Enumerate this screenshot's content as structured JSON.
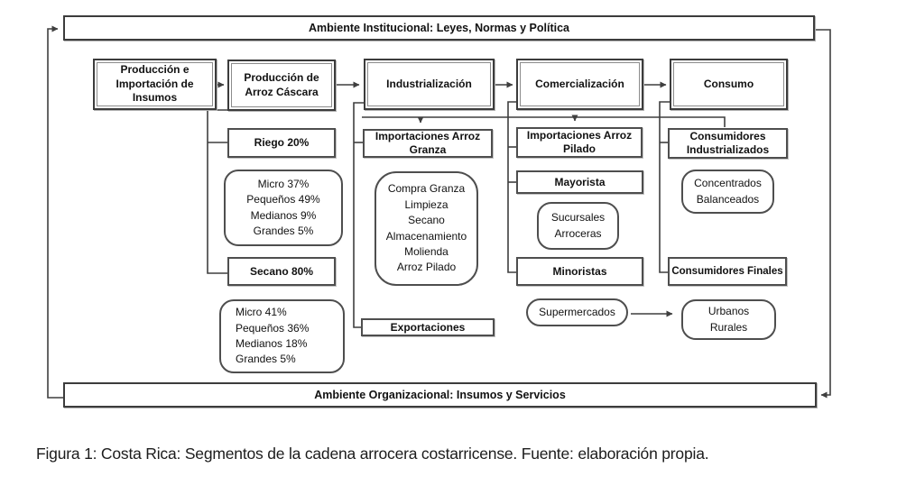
{
  "figure": {
    "caption": "Figura 1: Costa Rica: Segmentos de la cadena arrocera costarricense. Fuente: elaboración propia."
  },
  "banners": {
    "top": "Ambiente Institucional: Leyes, Normas y Política",
    "bottom": "Ambiente Organizacional: Insumos y Servicios"
  },
  "chain": {
    "insumos": "Producción e Importación de Insumos",
    "cascara": "Producción de Arroz Cáscara",
    "industrializacion": "Industrialización",
    "comercializacion": "Comercialización",
    "consumo": "Consumo"
  },
  "produccion": {
    "riego": "Riego 20%",
    "riego_detalle": [
      "Micro 37%",
      "Pequeños 49%",
      "Medianos 9%",
      "Grandes 5%"
    ],
    "secano": "Secano 80%",
    "secano_detalle": [
      "Micro 41%",
      "Pequeños 36%",
      "Medianos 18%",
      "Grandes 5%"
    ]
  },
  "industria": {
    "importaciones_granza": "Importaciones Arroz Granza",
    "proceso": [
      "Compra Granza",
      "Limpieza",
      "Secano",
      "Almacenamiento",
      "Molienda",
      "Arroz Pilado"
    ],
    "exportaciones": "Exportaciones"
  },
  "comercio": {
    "importaciones_pilado": "Importaciones Arroz Pilado",
    "mayorista": "Mayorista",
    "sucursales": [
      "Sucursales",
      "Arroceras"
    ],
    "minoristas": "Minoristas",
    "supermercados": "Supermercados"
  },
  "consumidores": {
    "industrializados": "Consumidores Industrializados",
    "concentrados": [
      "Concentrados",
      "Balanceados"
    ],
    "finales": "Consumidores Finales",
    "urbanos": [
      "Urbanos",
      "Rurales"
    ]
  },
  "colors": {
    "line": "#3f3f3f",
    "border": "#4a4a4a",
    "text": "#111111",
    "background": "#ffffff"
  }
}
